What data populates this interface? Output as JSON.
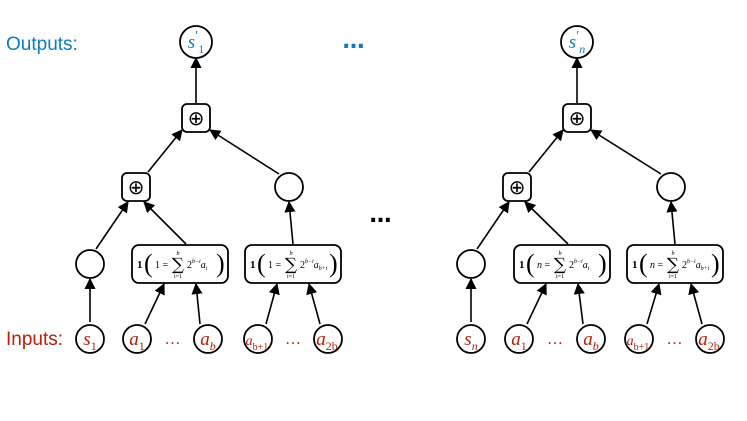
{
  "colors": {
    "outputs": "#0e7bbd",
    "inputs": "#b5200d",
    "ink": "#000000"
  },
  "labels": {
    "outputs": "Outputs:",
    "inputs": "Inputs:"
  },
  "ellipsis": "…",
  "xor_symbol": "⊕",
  "indicator_symbol": "1",
  "sum_symbol": "∑",
  "left_tree": {
    "output": {
      "var": "s",
      "prime": "′",
      "sub": "1"
    },
    "first_input": {
      "var": "s",
      "sub": "1"
    },
    "block1_inputs": [
      {
        "var": "a",
        "sub": "1"
      },
      {
        "var": "a",
        "sub": "b"
      }
    ],
    "block2_inputs": [
      {
        "var": "a",
        "sub": "b+1"
      },
      {
        "var": "a",
        "sub": "2b"
      }
    ],
    "block1": {
      "lhs": "1",
      "sum_top": "b",
      "sum_bot": "i=1",
      "base": "2",
      "exp": "b−i",
      "term": "a",
      "term_sub": "i"
    },
    "block2": {
      "lhs": "1",
      "sum_top": "b",
      "sum_bot": "i=1",
      "base": "2",
      "exp": "b−i",
      "term": "a",
      "term_sub": "b+i"
    }
  },
  "right_tree": {
    "output": {
      "var": "s",
      "prime": "′",
      "sub": "n"
    },
    "first_input": {
      "var": "s",
      "sub": "n"
    },
    "block1_inputs": [
      {
        "var": "a",
        "sub": "1"
      },
      {
        "var": "a",
        "sub": "b"
      }
    ],
    "block2_inputs": [
      {
        "var": "a",
        "sub": "b+1"
      },
      {
        "var": "a",
        "sub": "2b"
      }
    ],
    "block1": {
      "lhs": "n",
      "sum_top": "b",
      "sum_bot": "i=1",
      "base": "2",
      "exp": "b−i",
      "term": "a",
      "term_sub": "i"
    },
    "block2": {
      "lhs": "n",
      "sum_top": "b",
      "sum_bot": "i=1",
      "base": "2",
      "exp": "b−i",
      "term": "a",
      "term_sub": "b+i"
    }
  }
}
